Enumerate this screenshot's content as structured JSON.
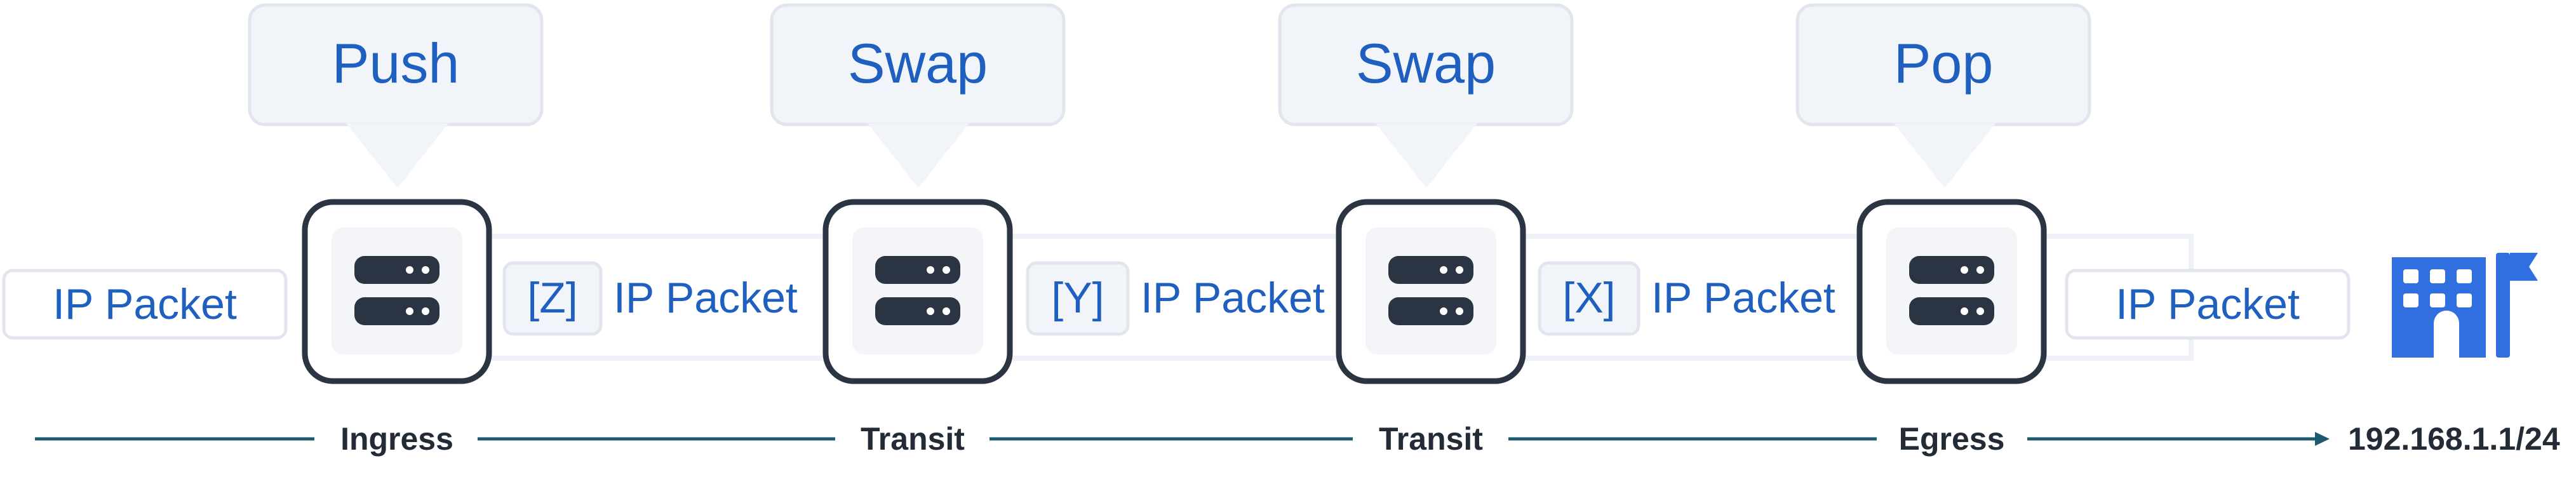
{
  "operations": [
    "Push",
    "Swap",
    "Swap",
    "Pop"
  ],
  "packet_text": "IP Packet",
  "labels": [
    "[Z]",
    "[Y]",
    "[X]"
  ],
  "stages": [
    "Ingress",
    "Transit",
    "Transit",
    "Egress"
  ],
  "destination": "192.168.1.1/24",
  "icons": {
    "router": "server-icon",
    "destination": "building-flag-icon"
  },
  "colors": {
    "text_blue": "#1f5fbf",
    "callout_bg": "#f1f4f8",
    "callout_border": "#e1e6ee",
    "router_border": "#2a3442",
    "router_inner": "#f3f5f8",
    "server_icon": "#2a3442",
    "axis_line": "#1e5a6e",
    "axis_text": "#222b36",
    "building": "#2f6fe0"
  }
}
